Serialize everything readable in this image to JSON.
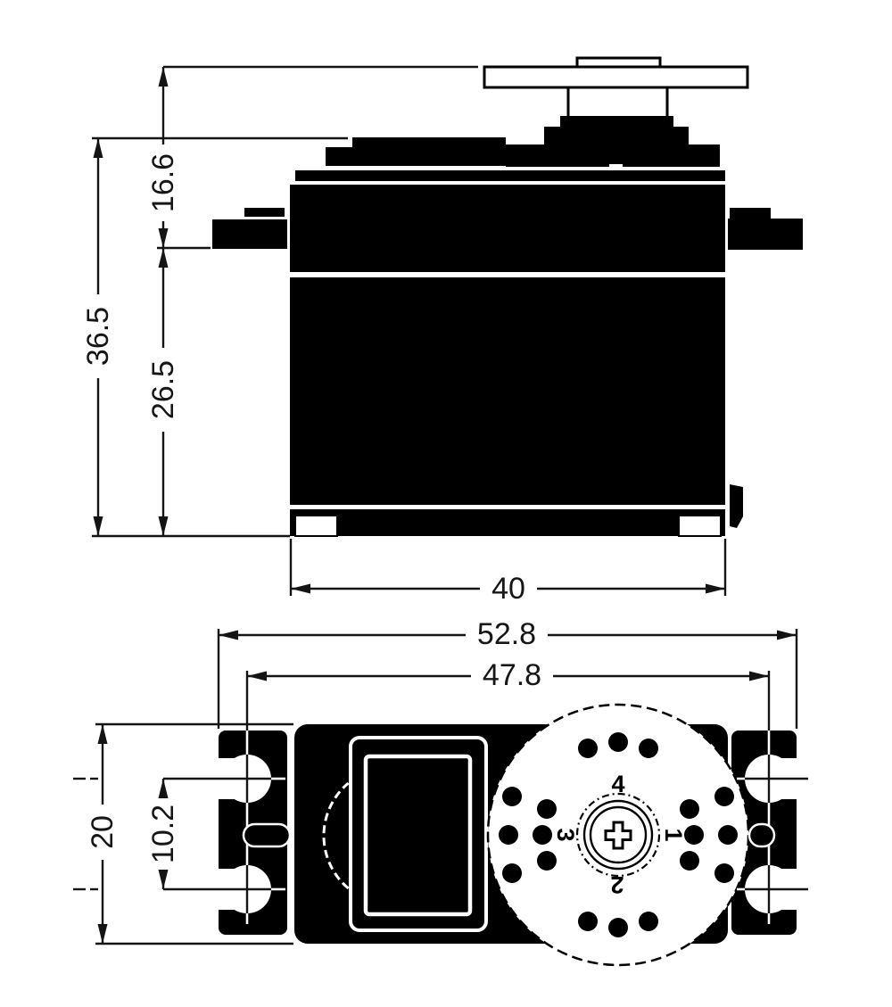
{
  "drawing_type": "servo-motor-dimension-drawing",
  "colors": {
    "ink": "#000000",
    "paper": "#ffffff"
  },
  "side_view": {
    "dim_horn_to_tab": "16.6",
    "dim_total_height": "36.5",
    "dim_tab_to_bottom": "26.5",
    "dim_body_width": "40"
  },
  "top_view": {
    "dim_overall_width": "52.8",
    "dim_mount_hole_spacing": "47.8",
    "dim_body_depth": "20",
    "dim_hole_pitch": "10.2",
    "horn_labels": {
      "n1": "1",
      "n2": "2",
      "n3": "3",
      "n4": "4"
    }
  }
}
